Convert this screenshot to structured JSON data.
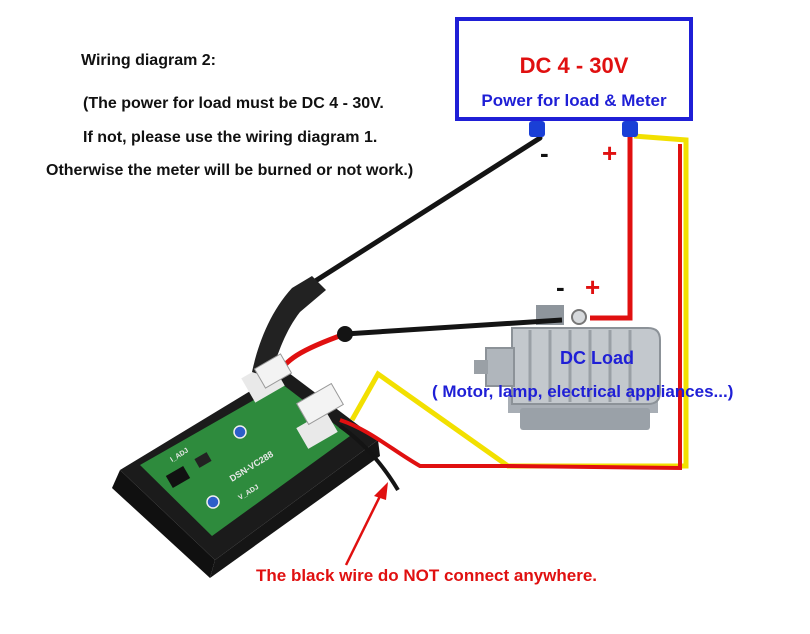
{
  "notes": {
    "title": "Wiring diagram 2:",
    "line1": "(The power for load must be DC 4 - 30V.",
    "line2": "If not, please use the wiring diagram 1.",
    "line3": "Otherwise the meter will be burned or not work.)"
  },
  "power_supply": {
    "title": "DC 4 - 30V",
    "subtitle": "Power for load & Meter",
    "neg_sign": "-",
    "pos_sign": "+"
  },
  "load": {
    "title": "DC Load",
    "subtitle": "( Motor, lamp, electrical appliances...)",
    "neg_sign": "-",
    "pos_sign": "+"
  },
  "warning": "The black wire do NOT connect anywhere.",
  "board": {
    "model": "DSN-VC288",
    "label_i_adj": "I_ADJ",
    "label_v_adj": "V_ADJ"
  },
  "colors": {
    "frame_blue": "#1f1fd6",
    "accent_red": "#e01010",
    "wire_black": "#141414",
    "wire_red": "#e01010",
    "wire_yellow": "#f2e000",
    "pcb_green": "#2e8b3d",
    "motor_gray": "#b9bec4"
  }
}
